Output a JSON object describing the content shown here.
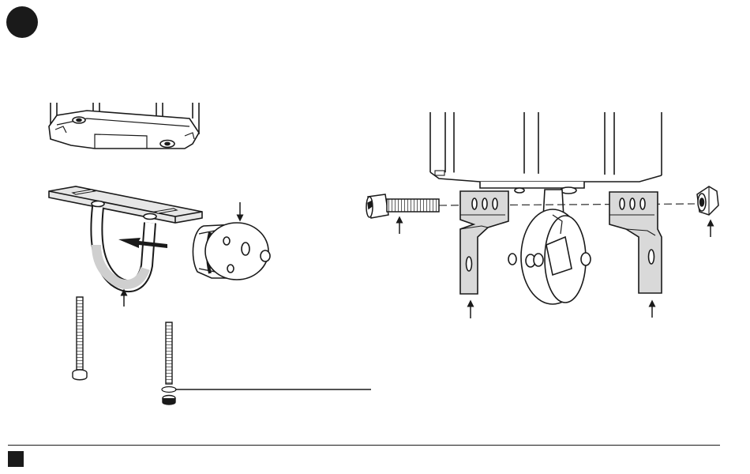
{
  "diagram": {
    "colors": {
      "line": "#1a1a1a",
      "fill_light": "#ffffff",
      "fill_grey": "#d9d9d9",
      "fill_dark": "#1a1a1a"
    },
    "step_badge": {
      "shape": "filled-circle",
      "color": "#1a1a1a"
    },
    "bottom_marker": {
      "shape": "filled-square",
      "color": "#1a1a1a"
    },
    "left_panel": {
      "parts": [
        "mount-body",
        "u-bracket",
        "roller-wheel",
        "long-screw",
        "short-screw-with-washer"
      ],
      "arrows": 3
    },
    "right_panel": {
      "parts": [
        "cabinet-base",
        "socket-bolt",
        "left-bracket",
        "caster-wheel",
        "right-bracket",
        "lock-nut"
      ],
      "arrows": 4
    }
  }
}
